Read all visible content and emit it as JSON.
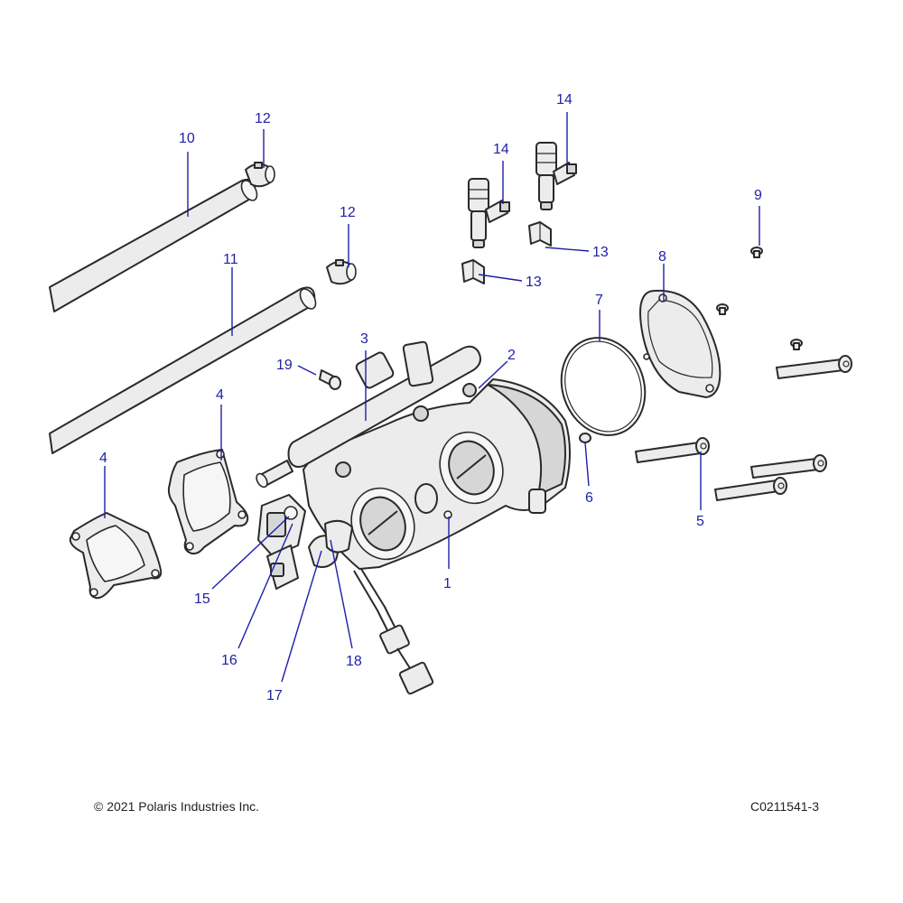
{
  "callouts": [
    {
      "id": "c1",
      "text": "1"
    },
    {
      "id": "c2",
      "text": "2"
    },
    {
      "id": "c3",
      "text": "3"
    },
    {
      "id": "c4a",
      "text": "4"
    },
    {
      "id": "c4b",
      "text": "4"
    },
    {
      "id": "c5",
      "text": "5"
    },
    {
      "id": "c6",
      "text": "6"
    },
    {
      "id": "c7",
      "text": "7"
    },
    {
      "id": "c8",
      "text": "8"
    },
    {
      "id": "c9",
      "text": "9"
    },
    {
      "id": "c10",
      "text": "10"
    },
    {
      "id": "c11",
      "text": "11"
    },
    {
      "id": "c12a",
      "text": "12"
    },
    {
      "id": "c12b",
      "text": "12"
    },
    {
      "id": "c13a",
      "text": "13"
    },
    {
      "id": "c13b",
      "text": "13"
    },
    {
      "id": "c14a",
      "text": "14"
    },
    {
      "id": "c14b",
      "text": "14"
    },
    {
      "id": "c15",
      "text": "15"
    },
    {
      "id": "c16",
      "text": "16"
    },
    {
      "id": "c17",
      "text": "17"
    },
    {
      "id": "c18",
      "text": "18"
    },
    {
      "id": "c19",
      "text": "19"
    }
  ],
  "footer": {
    "copyright": "© 2021 Polaris Industries Inc.",
    "figure_id": "C0211541-3"
  },
  "colors": {
    "callout": "#1f1fa8",
    "line": "#2a2a2a",
    "fill": "#ececec"
  }
}
